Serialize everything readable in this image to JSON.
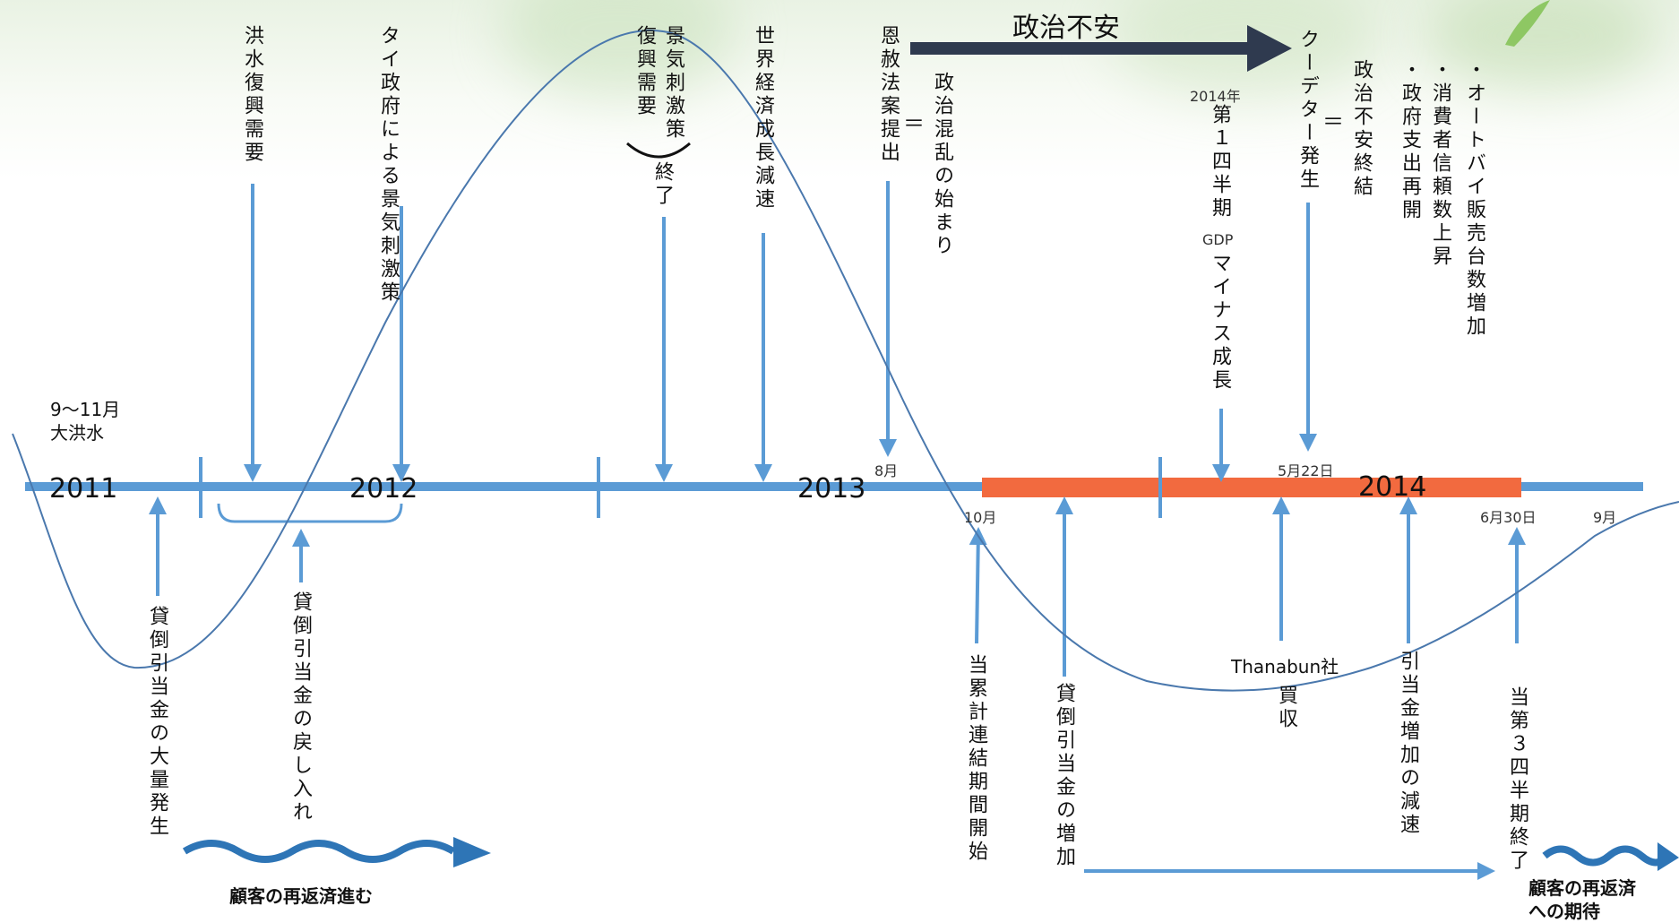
{
  "title": "政治不安",
  "years": [
    "2011",
    "2012",
    "2013",
    "2014"
  ],
  "date_labels": {
    "aug": "8月",
    "oct": "10月",
    "may22": "5月22日",
    "jun30": "6月30日",
    "sep": "9月"
  },
  "annotations": {
    "flood": "9〜11月\n大洪水",
    "thanabun": "Thanabun社",
    "q1_year": "2014年",
    "gdp": "GDP"
  },
  "top_events": {
    "flood_demand": "洪水復興需要",
    "thai_stimulus": "タイ政府による景気刺激策",
    "stimulus_a": "景気刺激策",
    "stimulus_b": "復興需要",
    "ended": "終了",
    "world_growth": "世界経済成長減速",
    "amnesty": "恩赦法案提出",
    "eq1": "＝",
    "political_chaos": "政治混乱の始まり",
    "q1_1": "第１四半期",
    "q1_2": "マイナス成長",
    "coup": "クーデター発生",
    "eq2": "＝",
    "political_end": "政治不安終結",
    "bullet1": "・政府支出再開",
    "bullet2": "・消費者信頼数上昇",
    "bullet3": "・オートバイ販売台数増加"
  },
  "bottom_events": {
    "bad_debt_large": "貸倒引当金の大量発生",
    "reversal": "貸倒引当金の戻し入れ",
    "cumulative_start": "当累計連結期間開始",
    "increase": "貸倒引当金の増加",
    "acquisition": "買収",
    "slowdown": "引当金増加の減速",
    "q3_end": "当第３四半期終了"
  },
  "footer": {
    "repayment_progress": "顧客の再返済進む",
    "repayment_hope": "顧客の再返済\nへの期待"
  },
  "colors": {
    "axis": "#5b9bd5",
    "highlight": "#f26a3f",
    "arrow": "#5b9bd5",
    "curve": "#4a78ad",
    "title_arrow": "#2f3a4f",
    "wave": "#2e75b6"
  }
}
